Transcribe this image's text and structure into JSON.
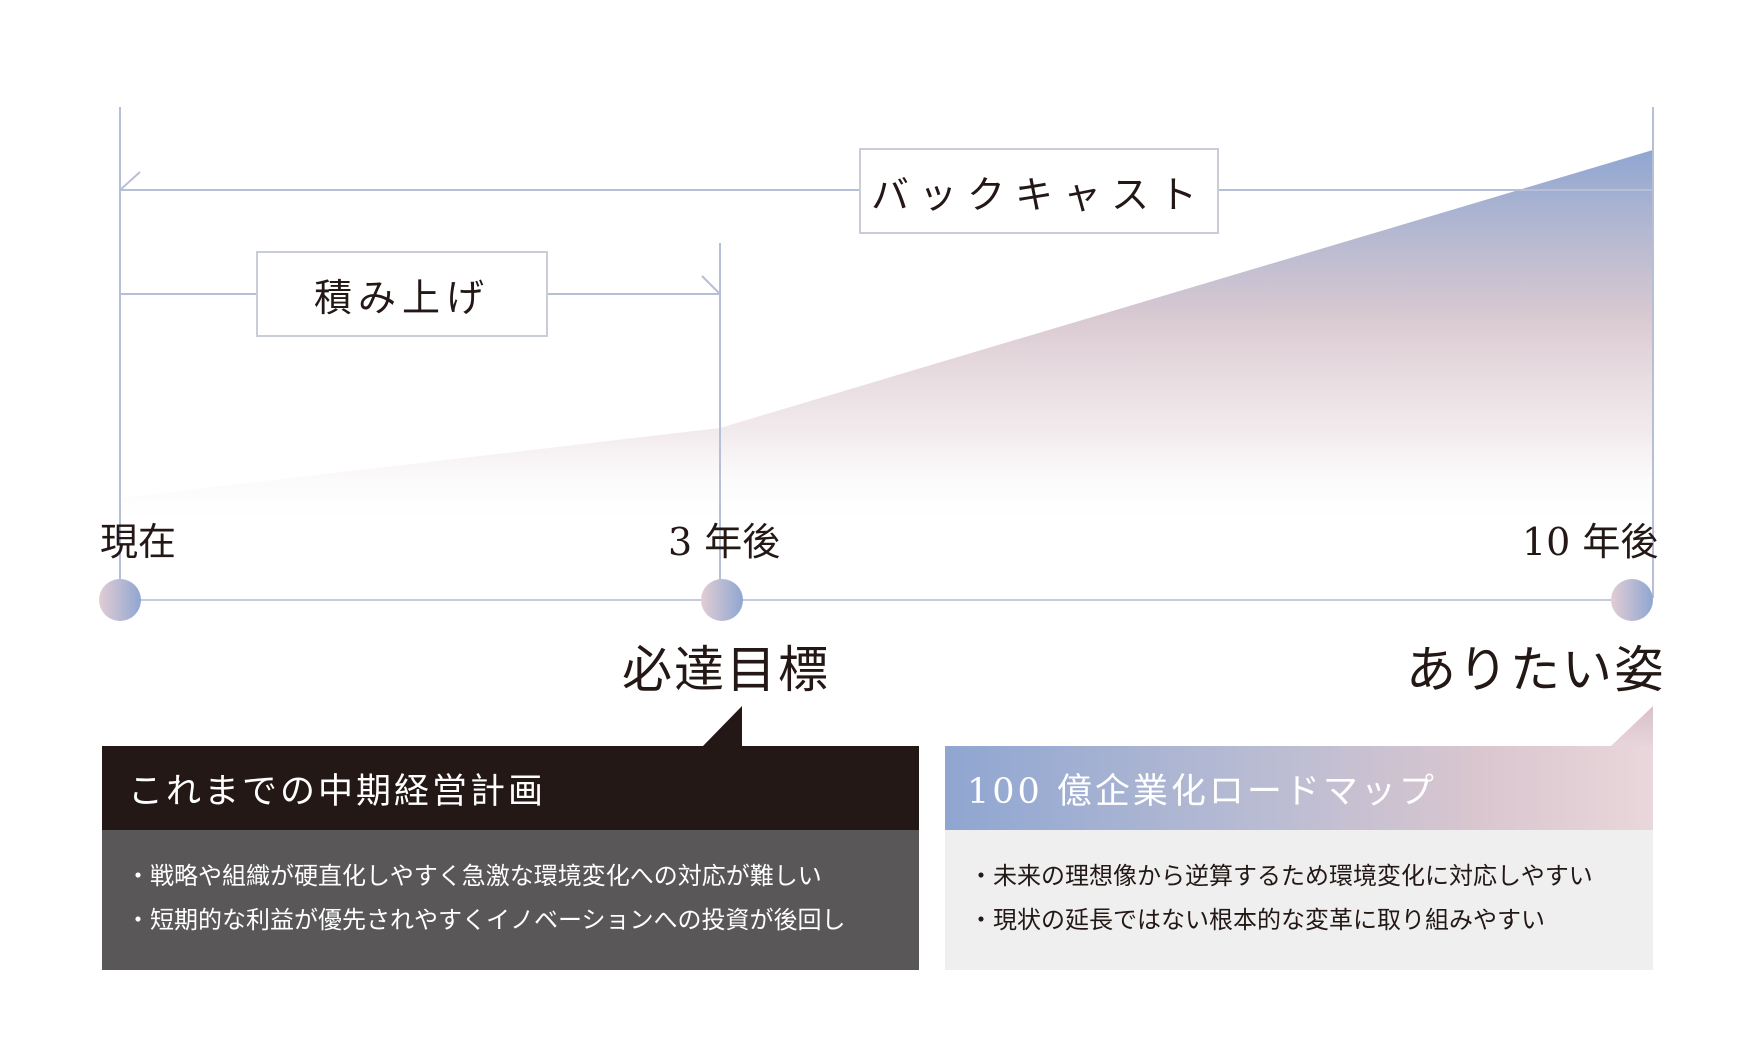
{
  "labels": {
    "backcast": "バックキャスト",
    "stack_up": "積み上げ"
  },
  "timeline": {
    "now": "現在",
    "three_years": "3 年後",
    "ten_years": "10 年後"
  },
  "milestones": {
    "target": "必達目標",
    "ideal": "ありたい姿"
  },
  "panels": {
    "left": {
      "title": "これまでの中期経営計画",
      "bullets": [
        "戦略や組織が硬直化しやすく急激な環境変化への対応が難しい",
        "短期的な利益が優先されやすくイノベーションへの投資が後回し"
      ]
    },
    "right": {
      "title": "100 億企業化ロードマップ",
      "bullets": [
        "未来の理想像から逆算するため環境変化に対応しやすい",
        "現状の延長ではない根本的な変革に取り組みやすい"
      ]
    }
  },
  "colors": {
    "dark": "#231815",
    "gray": "#595757",
    "light_gray": "#efeff0",
    "blue": "#8fa6d1",
    "pink": "#e9d7db",
    "line": "#b7bfd6"
  }
}
